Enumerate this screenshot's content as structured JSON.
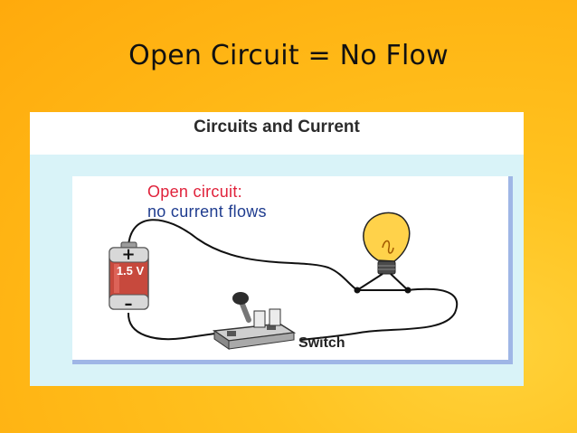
{
  "slide": {
    "title": "Open Circuit = No Flow"
  },
  "figure": {
    "title": "Circuits and Current",
    "note_line1": "Open circuit:",
    "note_line2": "no current flows",
    "battery": {
      "voltage": "1.5 V",
      "positive": "+",
      "negative": "–"
    },
    "switch_label": "Switch",
    "switch_state": "open",
    "icons": [
      "battery-icon",
      "light-bulb-icon",
      "knife-switch-icon",
      "wire"
    ],
    "colors": {
      "background": "#ffc21f",
      "figure_background": "#d9f3f8",
      "panel_border": "#9fb6e6",
      "note_highlight": "#e0223b",
      "note_text": "#1f3c8f",
      "battery_body": "#c7493d",
      "bulb": "#ffd24a"
    }
  }
}
